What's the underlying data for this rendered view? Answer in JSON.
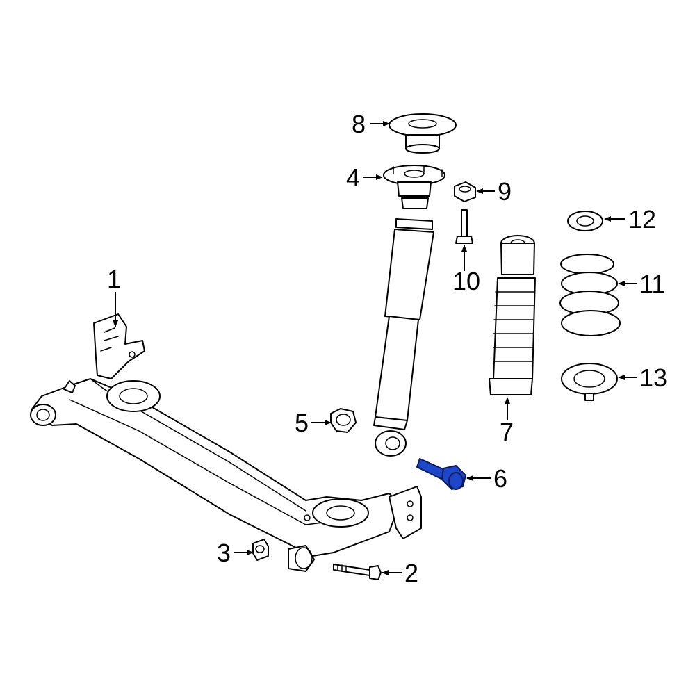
{
  "diagram": {
    "highlight_color": "#1e46c8",
    "highlighted_part": "6",
    "callouts": {
      "c1": "1",
      "c2": "2",
      "c3": "3",
      "c4": "4",
      "c5": "5",
      "c6": "6",
      "c7": "7",
      "c8": "8",
      "c9": "9",
      "c10": "10",
      "c11": "11",
      "c12": "12",
      "c13": "13"
    }
  }
}
